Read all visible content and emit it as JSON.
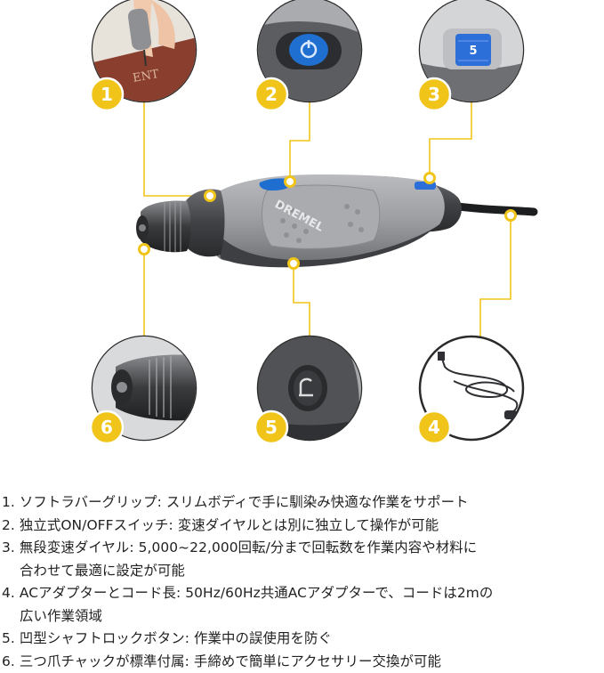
{
  "figure": {
    "brand_text": "DREMEL",
    "dial_value": "5",
    "accent_color": "#f0c419",
    "body_gray": "#9c9ea1",
    "body_dark": "#4b4d50",
    "button_blue": "#1e6fd0",
    "callouts": [
      {
        "number": "1",
        "subject": "hand-engraving-leather"
      },
      {
        "number": "2",
        "subject": "on-off-switch"
      },
      {
        "number": "3",
        "subject": "speed-dial"
      },
      {
        "number": "4",
        "subject": "ac-adapter-cord"
      },
      {
        "number": "5",
        "subject": "shaft-lock-button"
      },
      {
        "number": "6",
        "subject": "three-jaw-chuck"
      }
    ]
  },
  "features": [
    {
      "lines": [
        "1. ソフトラバーグリップ: スリムボディで手に馴染み快適な作業をサポート"
      ]
    },
    {
      "lines": [
        "2. 独立式ON/OFFスイッチ: 変速ダイヤルとは別に独立して操作が可能"
      ]
    },
    {
      "lines": [
        "3. 無段変速ダイヤル: 5,000~22,000回転/分まで回転数を作業内容や材料に",
        "合わせて最適に設定が可能"
      ]
    },
    {
      "lines": [
        "4. ACアダプターとコード長: 50Hz/60Hz共通ACアダプターで、コードは2mの",
        "広い作業領域"
      ]
    },
    {
      "lines": [
        "5. 凹型シャフトロックボタン: 作業中の誤使用を防ぐ"
      ]
    },
    {
      "lines": [
        "6. 三つ爪チャックが標準付属: 手締めで簡単にアクセサリー交換が可能"
      ]
    }
  ]
}
